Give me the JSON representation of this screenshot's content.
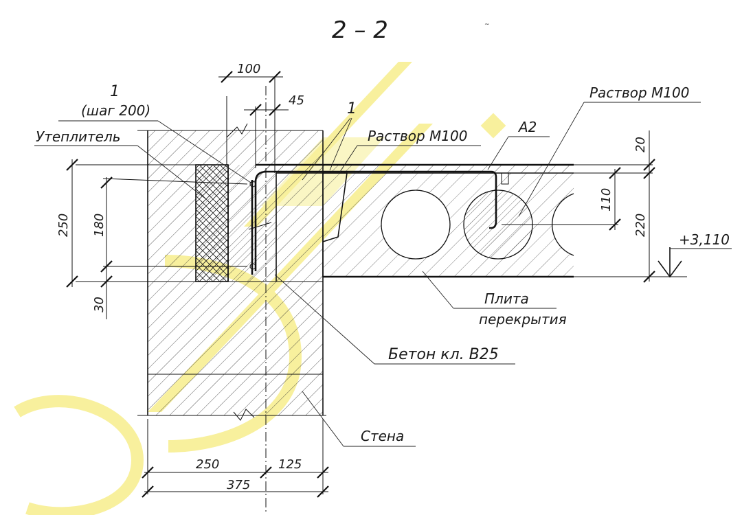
{
  "title": "2 – 2",
  "callouts": {
    "item1_left": "1",
    "step": "(шаг 200)",
    "item1_right": "1",
    "insulation": "Утеплитель",
    "mortar_top": "Раствор М100",
    "mortar_mid": "Раствор М100",
    "rebar": "А2",
    "slab_line1": "Плита",
    "slab_line2": "перекрытия",
    "concrete": "Бетон кл. В25",
    "wall": "Стена",
    "elevation": "+3,110"
  },
  "dimensions": {
    "d100": "100",
    "d45": "45",
    "d250v": "250",
    "d180": "180",
    "d30": "30",
    "d20": "20",
    "d110": "110",
    "d220": "220",
    "d250h": "250",
    "d125": "125",
    "d375": "375"
  },
  "colors": {
    "line": "#111111",
    "watermark": "#f0e24a"
  }
}
